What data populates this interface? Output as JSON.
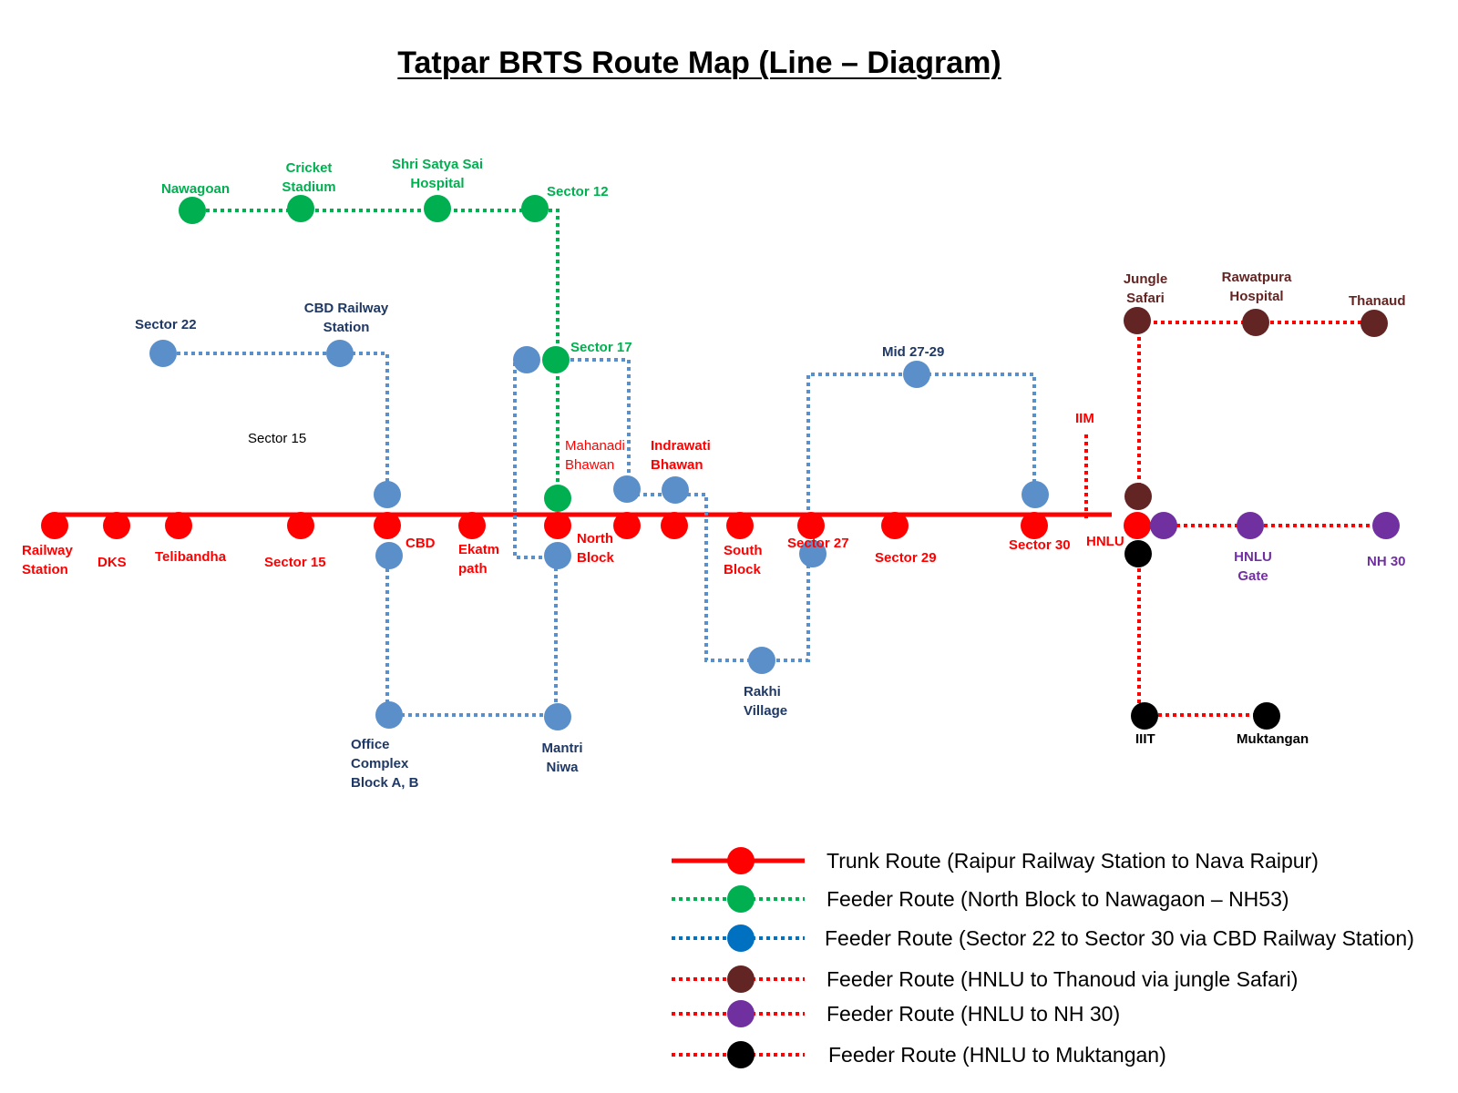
{
  "title": "Tatpar BRTS Route Map (Line – Diagram)",
  "colors": {
    "trunk": "#ff0000",
    "green": "#00b050",
    "blue": "#5b8fc9",
    "blue_legend": "#0070c0",
    "brown": "#632523",
    "purple": "#7030a0",
    "black": "#000000",
    "label_blue": "#1f3864",
    "label_red": "#ff0000",
    "label_green": "#00b050",
    "label_brown": "#632523",
    "label_purple": "#7030a0"
  },
  "stations": {
    "railway_station": [
      "Railway",
      "Station"
    ],
    "dks": "DKS",
    "telibandha": "Telibandha",
    "sector_15_trunk": "Sector 15",
    "cbd": "CBD",
    "ekatm_path": [
      "Ekatm",
      "path"
    ],
    "north_block": [
      "North",
      "Block"
    ],
    "mahanadi_bhawan": [
      "Mahanadi",
      "Bhawan"
    ],
    "indrawati_bhawan": [
      "Indrawati",
      "Bhawan"
    ],
    "south_block": [
      "South",
      "Block"
    ],
    "sector_27": "Sector 27",
    "sector_29": "Sector 29",
    "sector_30": "Sector 30",
    "hnlu": "HNLU",
    "nawagoan": "Nawagoan",
    "cricket_stadium": [
      "Cricket",
      "Stadium"
    ],
    "satya_sai": [
      "Shri Satya Sai",
      "Hospital"
    ],
    "sector_12": "Sector 12",
    "sector_17": "Sector 17",
    "sector_22": "Sector 22",
    "cbd_railway_station": [
      "CBD Railway",
      "Station"
    ],
    "sector_15_area": "Sector 15",
    "office_complex": [
      "Office",
      "Complex",
      "Block A, B"
    ],
    "mantri_niwa": [
      "Mantri",
      "Niwa"
    ],
    "rakhi_village": [
      "Rakhi",
      "Village"
    ],
    "mid_27_29": "Mid 27-29",
    "iim": "IIM",
    "jungle_safari": [
      "Jungle",
      "Safari"
    ],
    "rawatpura_hospital": [
      "Rawatpura",
      "Hospital"
    ],
    "thanaud": "Thanaud",
    "hnlu_gate": [
      "HNLU",
      "Gate"
    ],
    "nh_30": "NH 30",
    "iiit": "IIIT",
    "muktangan": "Muktangan"
  },
  "legend": [
    {
      "label": "Trunk Route (Raipur Railway Station to Nava Raipur)",
      "line": "solid-red",
      "dot": "red"
    },
    {
      "label": "Feeder Route (North Block to Nawagaon – NH53)",
      "line": "dotted-green",
      "dot": "green"
    },
    {
      "label": "Feeder Route (Sector 22 to Sector 30 via CBD Railway Station)",
      "line": "dotted-blue",
      "dot": "blue"
    },
    {
      "label": "Feeder Route (HNLU to Thanoud via jungle Safari)",
      "line": "dotted-red",
      "dot": "brown"
    },
    {
      "label": "Feeder Route (HNLU to NH 30)",
      "line": "dotted-red",
      "dot": "purple"
    },
    {
      "label": "Feeder Route (HNLU to Muktangan)",
      "line": "dotted-red",
      "dot": "black"
    }
  ]
}
